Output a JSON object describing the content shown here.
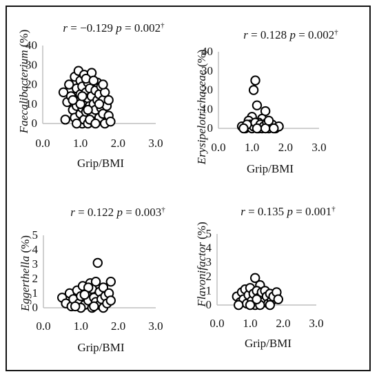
{
  "colors": {
    "axis": "#bfbfbf",
    "marker_fill": "#ffffff",
    "marker_edge": "#000000",
    "text": "#111111",
    "border": "#111111"
  },
  "chart_data": [
    {
      "type": "scatter",
      "stat_r_prefix": "r",
      "stat_r_value": "= −0.129",
      "stat_p_prefix": "p",
      "stat_p_value": "= 0.002",
      "stat_mark": "†",
      "ylabel": "Faecalibacterium",
      "ylabel_unit": " (%)",
      "xlabel": "Grip/BMI",
      "xlim": [
        0,
        3
      ],
      "ylim": [
        0,
        40
      ],
      "xticks": [
        "0.0",
        "1.0",
        "2.0",
        "3.0"
      ],
      "yticks": [
        "0",
        "10",
        "20",
        "30",
        "40"
      ],
      "points": [
        [
          0.55,
          16
        ],
        [
          0.6,
          2
        ],
        [
          0.65,
          11
        ],
        [
          0.7,
          20
        ],
        [
          0.75,
          14
        ],
        [
          0.8,
          7
        ],
        [
          0.85,
          24
        ],
        [
          0.85,
          3
        ],
        [
          0.9,
          18
        ],
        [
          0.9,
          9
        ],
        [
          0.95,
          27
        ],
        [
          0.95,
          13
        ],
        [
          1.0,
          22
        ],
        [
          1.0,
          5
        ],
        [
          1.0,
          15
        ],
        [
          1.05,
          0
        ],
        [
          1.05,
          19
        ],
        [
          1.05,
          8
        ],
        [
          1.1,
          25
        ],
        [
          1.1,
          11
        ],
        [
          1.1,
          2
        ],
        [
          1.15,
          16
        ],
        [
          1.15,
          6
        ],
        [
          1.2,
          21
        ],
        [
          1.2,
          13
        ],
        [
          1.2,
          0
        ],
        [
          1.25,
          9
        ],
        [
          1.25,
          18
        ],
        [
          1.3,
          4
        ],
        [
          1.3,
          14
        ],
        [
          1.3,
          26
        ],
        [
          1.35,
          10
        ],
        [
          1.35,
          1
        ],
        [
          1.4,
          17
        ],
        [
          1.4,
          7
        ],
        [
          1.45,
          21
        ],
        [
          1.45,
          12
        ],
        [
          1.5,
          3
        ],
        [
          1.5,
          15
        ],
        [
          1.55,
          8
        ],
        [
          1.55,
          19
        ],
        [
          1.6,
          5
        ],
        [
          1.6,
          12
        ],
        [
          1.65,
          0
        ],
        [
          1.65,
          16
        ],
        [
          1.7,
          9
        ],
        [
          1.75,
          4
        ],
        [
          1.75,
          12
        ],
        [
          1.8,
          1
        ],
        [
          0.9,
          0
        ],
        [
          1.0,
          10
        ],
        [
          1.15,
          23
        ],
        [
          1.25,
          2
        ],
        [
          1.4,
          0
        ],
        [
          1.6,
          20
        ],
        [
          0.8,
          12
        ],
        [
          1.35,
          22
        ],
        [
          1.2,
          7
        ],
        [
          1.05,
          14
        ],
        [
          1.5,
          10
        ]
      ]
    },
    {
      "type": "scatter",
      "stat_r_prefix": "r",
      "stat_r_value": "= 0.128",
      "stat_p_prefix": "p",
      "stat_p_value": "= 0.002",
      "stat_mark": "†",
      "ylabel": "Erysipelotrichaceae",
      "ylabel_unit": " (%)",
      "xlabel": "Grip/BMI",
      "xlim": [
        0,
        3
      ],
      "ylim": [
        0,
        40
      ],
      "xticks": [
        "0.0",
        "1.0",
        "2.0",
        "3.0"
      ],
      "yticks": [
        "0",
        "10",
        "20",
        "30",
        "40"
      ],
      "points": [
        [
          1.1,
          25
        ],
        [
          1.05,
          20
        ],
        [
          1.15,
          12
        ],
        [
          1.0,
          6
        ],
        [
          1.4,
          9
        ],
        [
          1.3,
          5
        ],
        [
          1.2,
          3
        ],
        [
          0.9,
          4
        ],
        [
          0.7,
          1
        ],
        [
          0.8,
          0
        ],
        [
          0.95,
          2
        ],
        [
          1.0,
          0
        ],
        [
          1.05,
          1
        ],
        [
          1.1,
          3
        ],
        [
          1.2,
          0
        ],
        [
          1.25,
          2
        ],
        [
          1.3,
          0
        ],
        [
          1.35,
          1
        ],
        [
          1.45,
          3
        ],
        [
          1.5,
          0
        ],
        [
          1.55,
          1
        ],
        [
          1.6,
          2
        ],
        [
          1.7,
          0
        ],
        [
          1.8,
          1
        ],
        [
          0.85,
          2
        ],
        [
          1.15,
          0
        ],
        [
          1.4,
          0
        ],
        [
          1.65,
          0
        ],
        [
          0.75,
          0
        ],
        [
          1.5,
          4
        ]
      ]
    },
    {
      "type": "scatter",
      "stat_r_prefix": "r",
      "stat_r_value": "= 0.122",
      "stat_p_prefix": "p",
      "stat_p_value": "= 0.003",
      "stat_mark": "†",
      "ylabel": "Eggerthella",
      "ylabel_unit": " (%)",
      "xlabel": "Grip/BMI",
      "xlim": [
        0,
        3
      ],
      "ylim": [
        0,
        5
      ],
      "xticks": [
        "0.0",
        "1.0",
        "2.0",
        "3.0"
      ],
      "yticks": [
        "0",
        "1",
        "2",
        "3",
        "4",
        "5"
      ],
      "points": [
        [
          1.45,
          3.1
        ],
        [
          1.8,
          1.8
        ],
        [
          0.5,
          0.7
        ],
        [
          0.6,
          0.3
        ],
        [
          0.7,
          1.0
        ],
        [
          0.75,
          0.1
        ],
        [
          0.8,
          0.6
        ],
        [
          0.9,
          1.2
        ],
        [
          0.95,
          0.3
        ],
        [
          1.0,
          0.8
        ],
        [
          1.05,
          1.5
        ],
        [
          1.1,
          0.2
        ],
        [
          1.15,
          1.0
        ],
        [
          1.2,
          0.5
        ],
        [
          1.25,
          1.7
        ],
        [
          1.3,
          0.0
        ],
        [
          1.3,
          1.3
        ],
        [
          1.35,
          0.7
        ],
        [
          1.4,
          0.4
        ],
        [
          1.4,
          1.8
        ],
        [
          1.5,
          1.1
        ],
        [
          1.5,
          0.2
        ],
        [
          1.55,
          0.6
        ],
        [
          1.6,
          1.4
        ],
        [
          1.6,
          0.0
        ],
        [
          1.65,
          0.8
        ],
        [
          1.7,
          0.3
        ],
        [
          1.75,
          1.0
        ],
        [
          1.8,
          0.5
        ],
        [
          1.0,
          0.0
        ],
        [
          1.2,
          1.4
        ],
        [
          0.85,
          0.1
        ],
        [
          1.1,
          0.9
        ],
        [
          1.35,
          0.1
        ]
      ]
    },
    {
      "type": "scatter",
      "stat_r_prefix": "r",
      "stat_r_value": "= 0.135",
      "stat_p_prefix": "p",
      "stat_p_value": "= 0.001",
      "stat_mark": "†",
      "ylabel": "Flavonifactor",
      "ylabel_unit": " (%)",
      "xlabel": "Grip/BMI",
      "xlim": [
        0,
        3
      ],
      "ylim": [
        0,
        5
      ],
      "xticks": [
        "0.0",
        "1.0",
        "2.0",
        "3.0"
      ],
      "yticks": [
        "0",
        "1",
        "2",
        "3",
        "4",
        "5"
      ],
      "points": [
        [
          1.15,
          1.9
        ],
        [
          1.3,
          1.4
        ],
        [
          0.6,
          0.6
        ],
        [
          0.7,
          0.2
        ],
        [
          0.75,
          0.9
        ],
        [
          0.8,
          0.4
        ],
        [
          0.85,
          1.1
        ],
        [
          0.9,
          0.1
        ],
        [
          0.95,
          0.7
        ],
        [
          1.0,
          1.2
        ],
        [
          1.05,
          0.3
        ],
        [
          1.1,
          0.8
        ],
        [
          1.15,
          0.0
        ],
        [
          1.2,
          1.0
        ],
        [
          1.25,
          0.5
        ],
        [
          1.35,
          0.9
        ],
        [
          1.4,
          0.2
        ],
        [
          1.45,
          1.0
        ],
        [
          1.5,
          0.6
        ],
        [
          1.55,
          0.1
        ],
        [
          1.6,
          0.8
        ],
        [
          1.65,
          0.3
        ],
        [
          1.7,
          0.6
        ],
        [
          1.8,
          0.9
        ],
        [
          1.85,
          0.4
        ],
        [
          0.65,
          0.0
        ],
        [
          1.0,
          0.0
        ],
        [
          1.3,
          0.0
        ],
        [
          1.6,
          0.0
        ],
        [
          1.2,
          0.4
        ]
      ]
    }
  ]
}
